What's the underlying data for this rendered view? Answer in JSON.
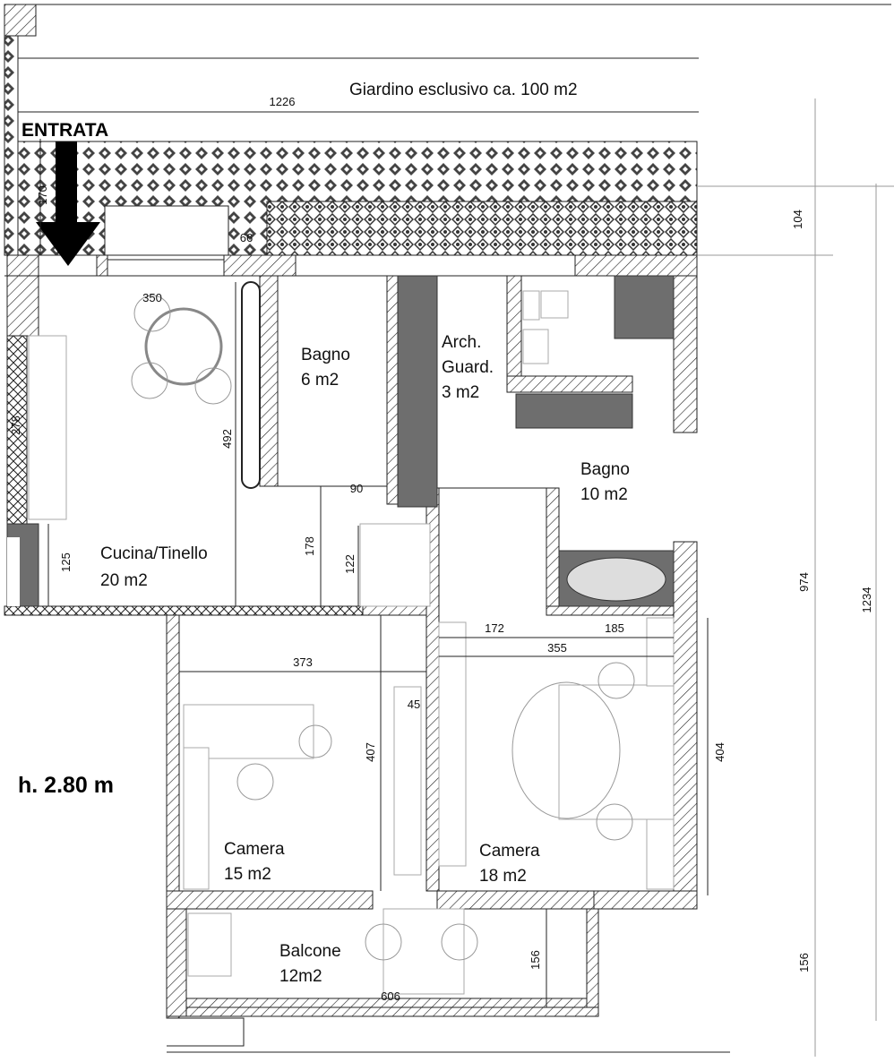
{
  "labels": {
    "garden": "Giardino esclusivo ca. 100 m2",
    "entrance": "ENTRATA",
    "height": "h. 2.80 m",
    "bath_small": [
      "Bagno",
      "6 m2"
    ],
    "closet": [
      "Arch.",
      "Guard.",
      "3 m2"
    ],
    "bath_large": [
      "Bagno",
      "10 m2"
    ],
    "kitchen": [
      "Cucina/Tinello",
      "20 m2"
    ],
    "bedroom_1": [
      "Camera",
      "15 m2"
    ],
    "bedroom_2": [
      "Camera",
      "18 m2"
    ],
    "balcony": [
      "Balcone",
      "12m2"
    ]
  },
  "dimensions": {
    "garden_width": "1226",
    "garden_depth": "104",
    "entrance_depth": "170",
    "entrance_gap": "66",
    "kitchen_width": "350",
    "kitchen_depth": "492",
    "kitchen_wall": "278",
    "kitchen_counter": "125",
    "hall_depth": "178",
    "bath_door": "90",
    "hall_width": "122",
    "total_depth": "974",
    "overall_depth": "1234",
    "bed2_part1": "172",
    "bed2_part2": "185",
    "bed2_width": "355",
    "bed1_width": "373",
    "wardrobe": "45",
    "bed1_depth": "407",
    "bed2_depth": "404",
    "balcony_depth": "156",
    "balcony_depth_right": "156",
    "balcony_width": "606"
  }
}
